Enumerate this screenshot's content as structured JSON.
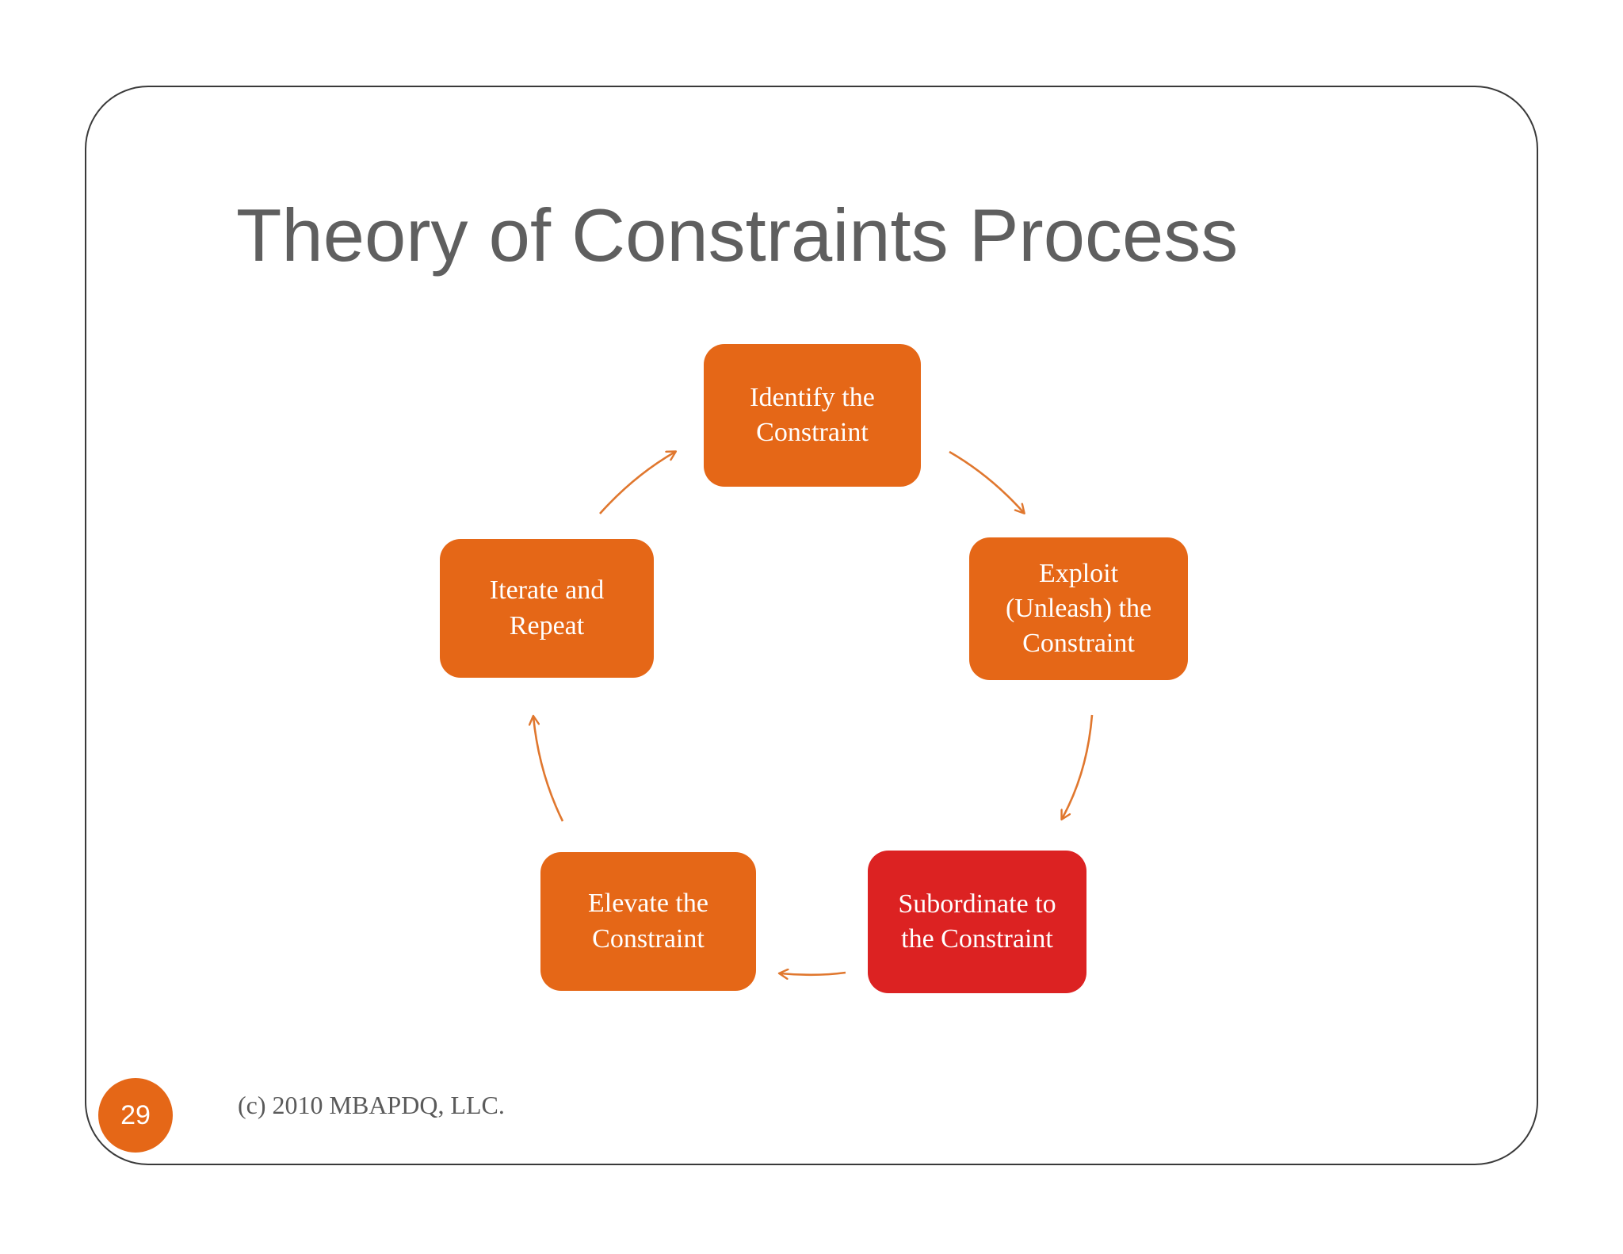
{
  "slide": {
    "title": "Theory of Constraints Process",
    "page_number": "29",
    "copyright": "(c) 2010 MBAPDQ, LLC."
  },
  "diagram": {
    "steps": [
      {
        "label": "Identify the\nConstraint",
        "color": "#E56717"
      },
      {
        "label": "Exploit\n(Unleash) the\nConstraint",
        "color": "#E56717"
      },
      {
        "label": "Subordinate to\nthe Constraint",
        "color": "#DC2222"
      },
      {
        "label": "Elevate the\nConstraint",
        "color": "#E56717"
      },
      {
        "label": "Iterate and\nRepeat",
        "color": "#E56717"
      }
    ],
    "arrow_color": "#E0772E"
  },
  "colors": {
    "accent": "#E56717",
    "highlight": "#DC2222",
    "title_text": "#5F5F5F"
  }
}
